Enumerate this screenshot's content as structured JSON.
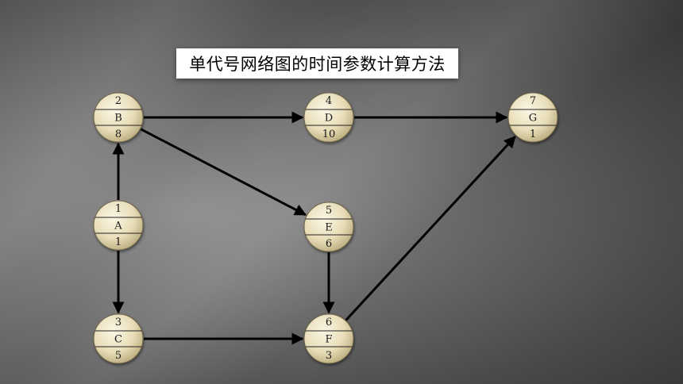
{
  "title": "单代号网络图的时间参数计算方法",
  "colors": {
    "node_fill_light": "#f6f0d8",
    "node_fill_dark": "#c9bc8e",
    "node_stroke": "#6e6446",
    "arrow": "#000000"
  },
  "nodes": [
    {
      "id": "A",
      "top": "1",
      "name": "A",
      "bottom": "1"
    },
    {
      "id": "B",
      "top": "2",
      "name": "B",
      "bottom": "8"
    },
    {
      "id": "C",
      "top": "3",
      "name": "C",
      "bottom": "5"
    },
    {
      "id": "D",
      "top": "4",
      "name": "D",
      "bottom": "10"
    },
    {
      "id": "E",
      "top": "5",
      "name": "E",
      "bottom": "6"
    },
    {
      "id": "F",
      "top": "6",
      "name": "F",
      "bottom": "3"
    },
    {
      "id": "G",
      "top": "7",
      "name": "G",
      "bottom": "1"
    }
  ],
  "edges": [
    {
      "from": "A",
      "to": "B"
    },
    {
      "from": "A",
      "to": "C"
    },
    {
      "from": "B",
      "to": "D"
    },
    {
      "from": "B",
      "to": "E"
    },
    {
      "from": "D",
      "to": "G"
    },
    {
      "from": "E",
      "to": "F"
    },
    {
      "from": "C",
      "to": "F"
    },
    {
      "from": "F",
      "to": "G"
    }
  ]
}
